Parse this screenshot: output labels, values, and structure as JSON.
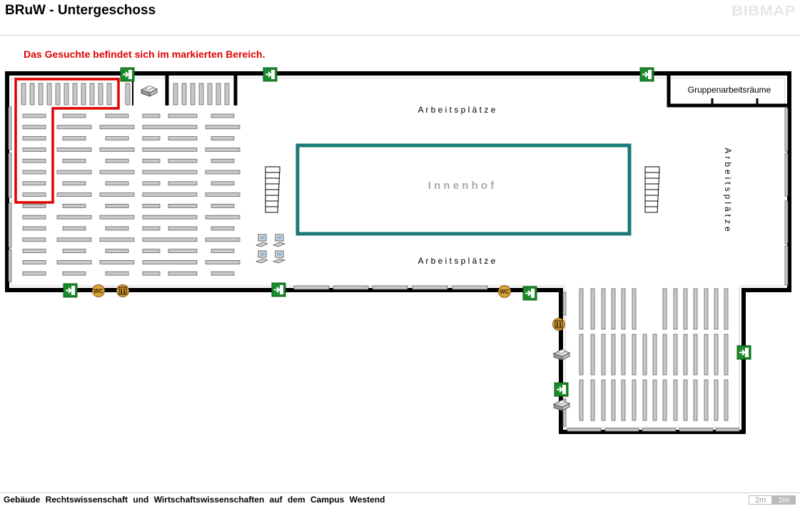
{
  "header": {
    "title": "BRuW - Untergeschoss",
    "logo": "BIBMAP"
  },
  "notice": "Das Gesuchte befindet sich im markierten Bereich.",
  "map": {
    "labels": {
      "work_top": "A r b e i t s p l ä t z e",
      "work_bottom": "A r b e i t s p l ä t z e",
      "work_right": "Arbeitsplätze",
      "courtyard": "I n n e n h o f",
      "group_rooms": "Gruppenarbeitsräume"
    },
    "icons": {
      "wc": "WC",
      "exit": "exit-icon",
      "elevator": "elevator-icon",
      "printer": "printer-icon",
      "computer": "computer-icon"
    },
    "colors": {
      "wall": "#000000",
      "highlight": "#e00000",
      "courtyard": "#1a7a78",
      "shelf_fill": "#c8c8c8",
      "exit_green": "#1a8a2a",
      "wc_gold": "#d9a23a"
    }
  },
  "footer": {
    "building": "Gebäude Rechtswissenschaft und Wirtschaftswissenschaften auf dem Campus Westend",
    "scale_left": "2m",
    "scale_right": "2m"
  }
}
